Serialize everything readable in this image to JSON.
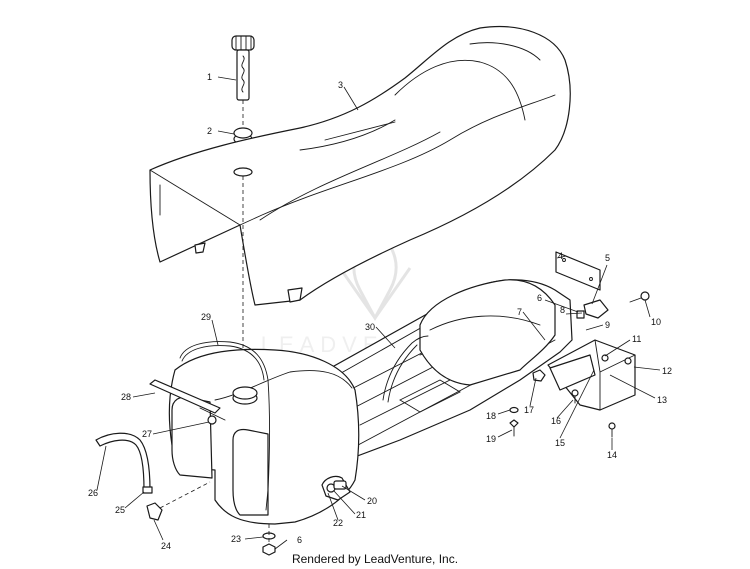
{
  "diagram": {
    "callouts": [
      "1",
      "2",
      "3",
      "4",
      "5",
      "6",
      "7",
      "8",
      "9",
      "10",
      "11",
      "12",
      "13",
      "14",
      "15",
      "16",
      "17",
      "18",
      "19",
      "20",
      "21",
      "22",
      "23",
      "24",
      "25",
      "26",
      "27",
      "28",
      "29",
      "30"
    ],
    "callout_6_lower": "6"
  },
  "watermark": {
    "brand": "LEADVENTURE"
  },
  "footer": {
    "text": "Rendered by LeadVenture, Inc."
  }
}
